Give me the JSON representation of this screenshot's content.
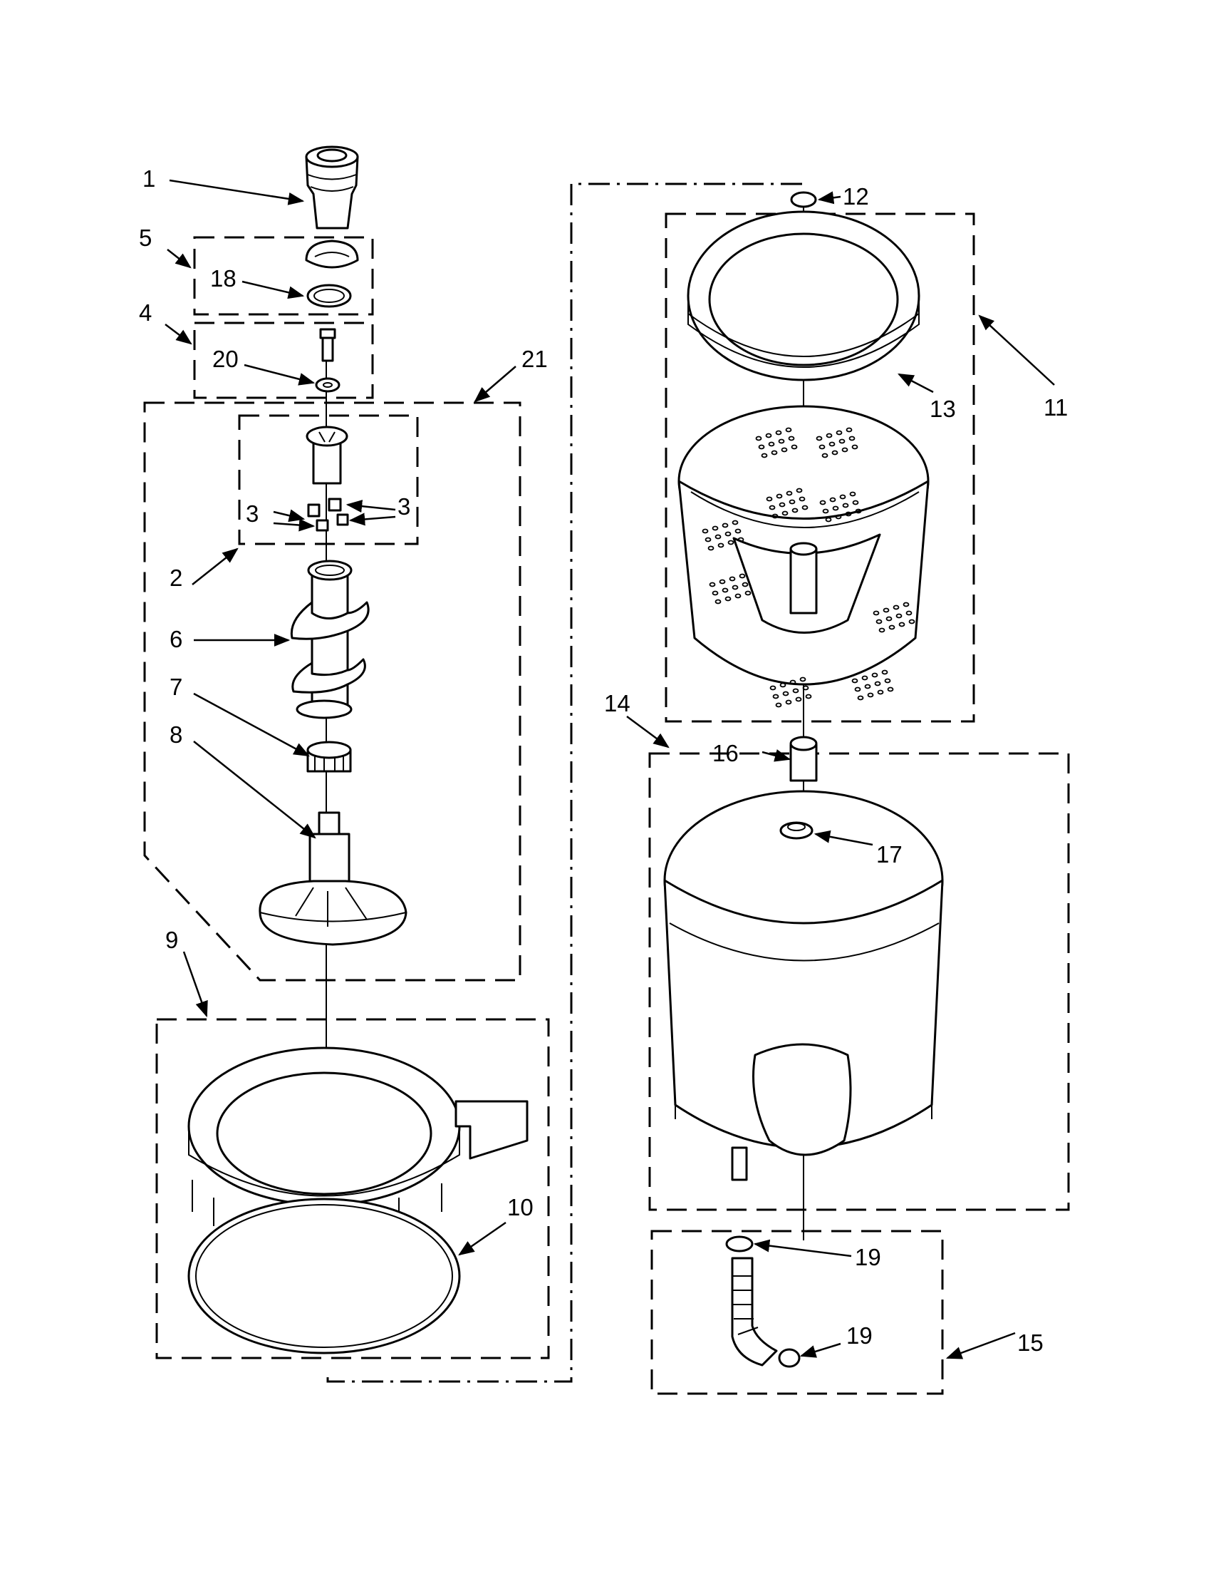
{
  "diagram": {
    "type": "exploded-parts-diagram",
    "callouts": [
      "1",
      "2",
      "3",
      "3",
      "4",
      "5",
      "6",
      "7",
      "8",
      "9",
      "10",
      "11",
      "12",
      "13",
      "14",
      "15",
      "16",
      "17",
      "18",
      "19",
      "19",
      "20",
      "21"
    ]
  },
  "colors": {
    "line": "#000000",
    "background": "#ffffff"
  }
}
